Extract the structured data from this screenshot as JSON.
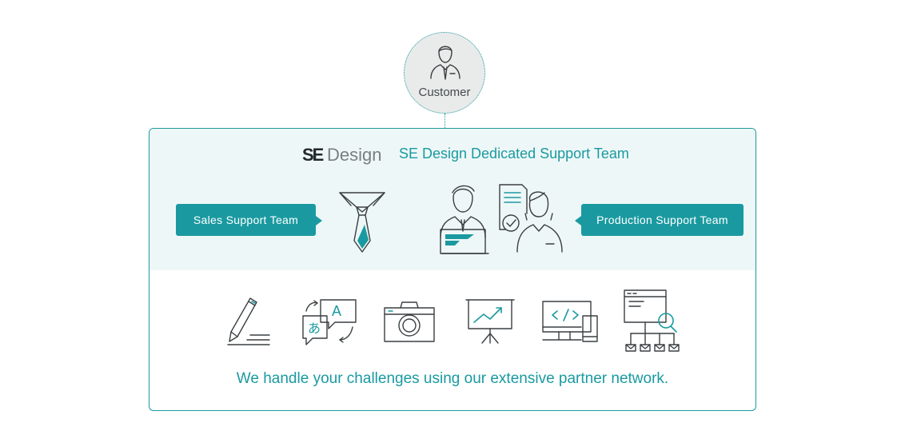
{
  "colors": {
    "accent": "#1a9aa0",
    "band_background": "#eef7f7",
    "customer_circle": "#e9ebeb",
    "icon_stroke": "#3a3f42"
  },
  "customer": {
    "label": "Customer",
    "icon": "customer-person-icon"
  },
  "team": {
    "logo_text": "SEDesign",
    "title": "SE Design Dedicated Support Team",
    "sales_label": "Sales Support Team",
    "production_label": "Production Support Team",
    "icons": [
      "necktie-icon",
      "support-staff-icon"
    ]
  },
  "services": {
    "icons": [
      "pencil-writing-icon",
      "translation-icon",
      "camera-icon",
      "presentation-board-icon",
      "web-devices-icon",
      "web-network-search-icon"
    ],
    "tagline": "We handle your challenges using our extensive partner network."
  }
}
